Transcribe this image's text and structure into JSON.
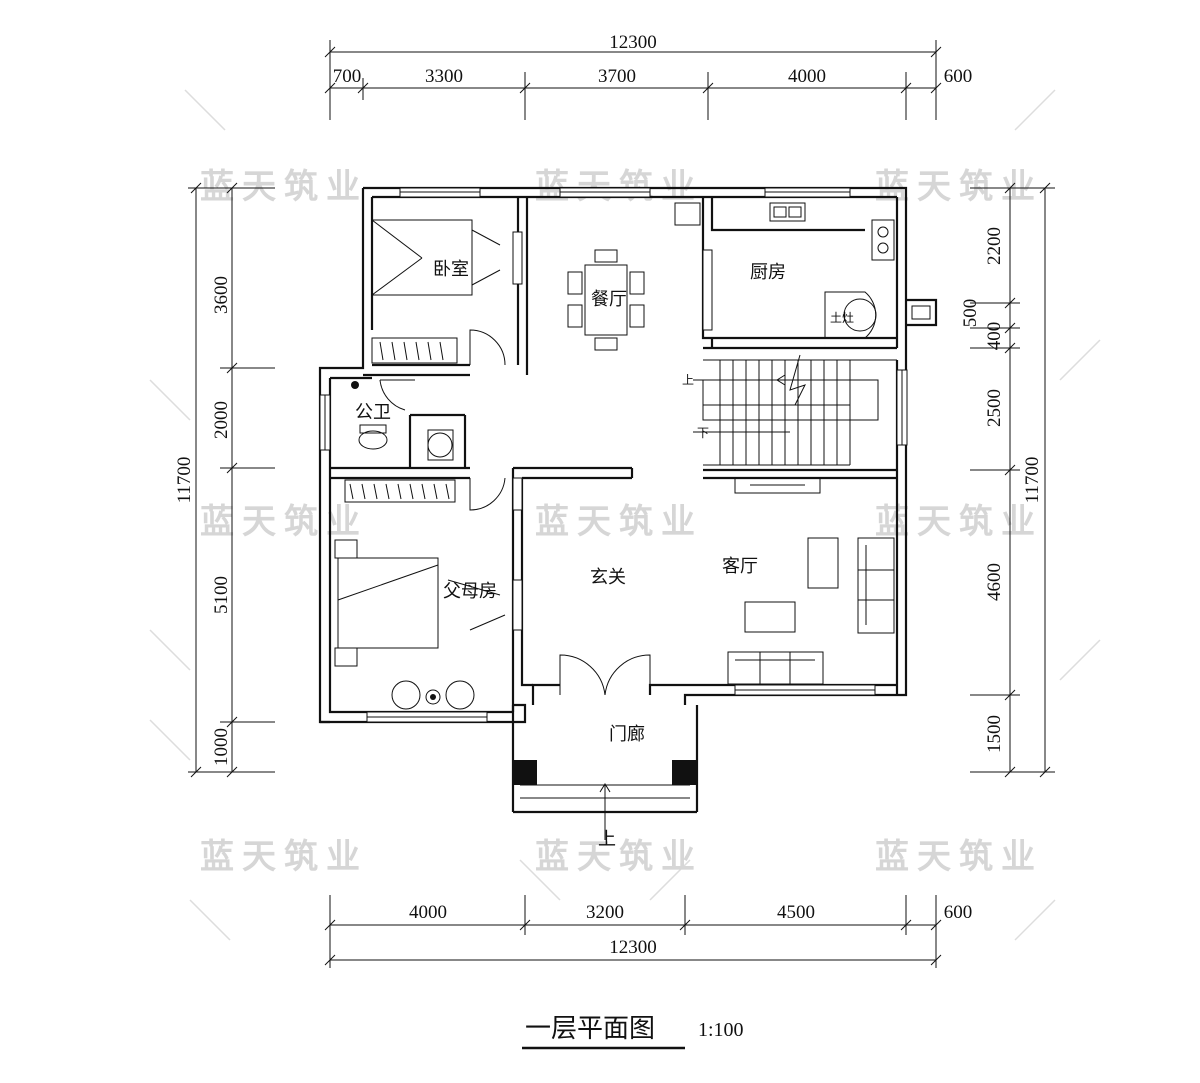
{
  "dimensions": {
    "top": {
      "total": "12300",
      "segments": [
        "700",
        "3300",
        "3700",
        "4000",
        "600"
      ]
    },
    "bottom": {
      "total": "12300",
      "segments": [
        "4000",
        "3200",
        "4500",
        "600"
      ]
    },
    "left": {
      "total": "11700",
      "segments": [
        "3600",
        "2000",
        "5100",
        "1000"
      ]
    },
    "right": {
      "total": "11700",
      "segments": [
        "2200",
        "500",
        "400",
        "2500",
        "4600",
        "1500"
      ]
    }
  },
  "rooms": {
    "bedroom": "卧室",
    "dining": "餐厅",
    "kitchen": "厨房",
    "stove": "土灶",
    "bathroom": "公卫",
    "stairs_up": "上",
    "stairs_down": "下",
    "foyer": "玄关",
    "living": "客厅",
    "parents_room": "父母房",
    "porch": "门廊",
    "entry_up": "上"
  },
  "watermark": "蓝天筑业",
  "drawing_title": "一层平面图",
  "scale": "1:100"
}
